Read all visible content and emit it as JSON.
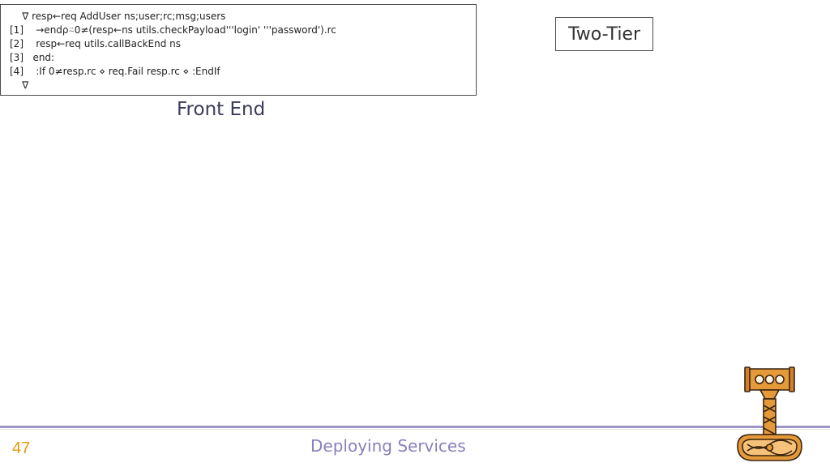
{
  "code": {
    "lines": [
      "    ∇ resp←req AddUser ns;user;rc;msg;users",
      "[1]    →endρ⍨0≠(resp←ns utils.checkPayload'''login' '''password').rc",
      "[2]    resp←req utils.callBackEnd ns",
      "[3]   end:",
      "[4]    :If 0≠resp.rc ⋄ req.Fail resp.rc ⋄ :EndIf",
      "    ∇"
    ]
  },
  "labels": {
    "tier": "Two-Tier",
    "front_end": "Front End"
  },
  "footer": {
    "page_number": "47",
    "title": "Deploying Services"
  },
  "colors": {
    "accent": "#e59a12",
    "footer_text": "#8a80bd",
    "footer_line": "#9d94c9"
  },
  "icons": {
    "logo": "hammer-logo-icon"
  }
}
